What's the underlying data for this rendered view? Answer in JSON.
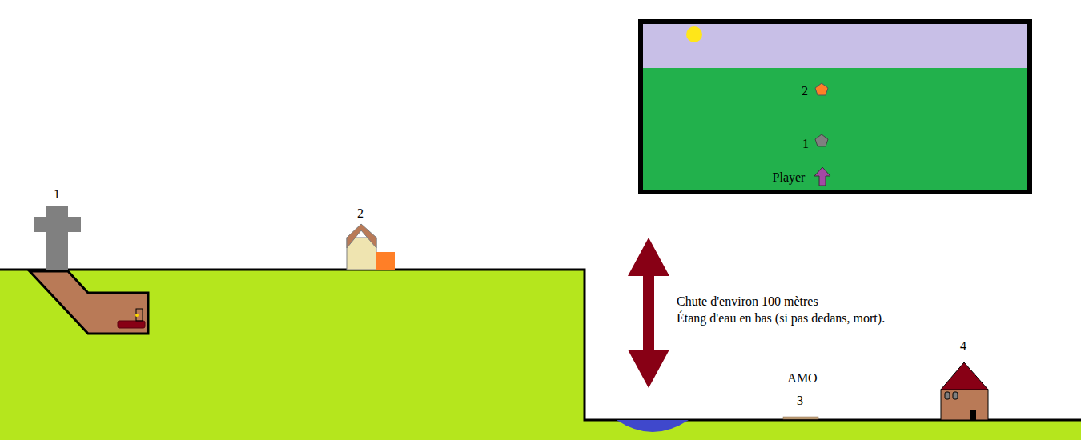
{
  "diagram": {
    "labels": [
      "1",
      "2",
      "Chute d'environ 100 mètres",
      "Étang d'eau en bas (si pas dedans, mort).",
      "AMO",
      "3",
      "4",
      "2",
      "1",
      "Player"
    ]
  }
}
